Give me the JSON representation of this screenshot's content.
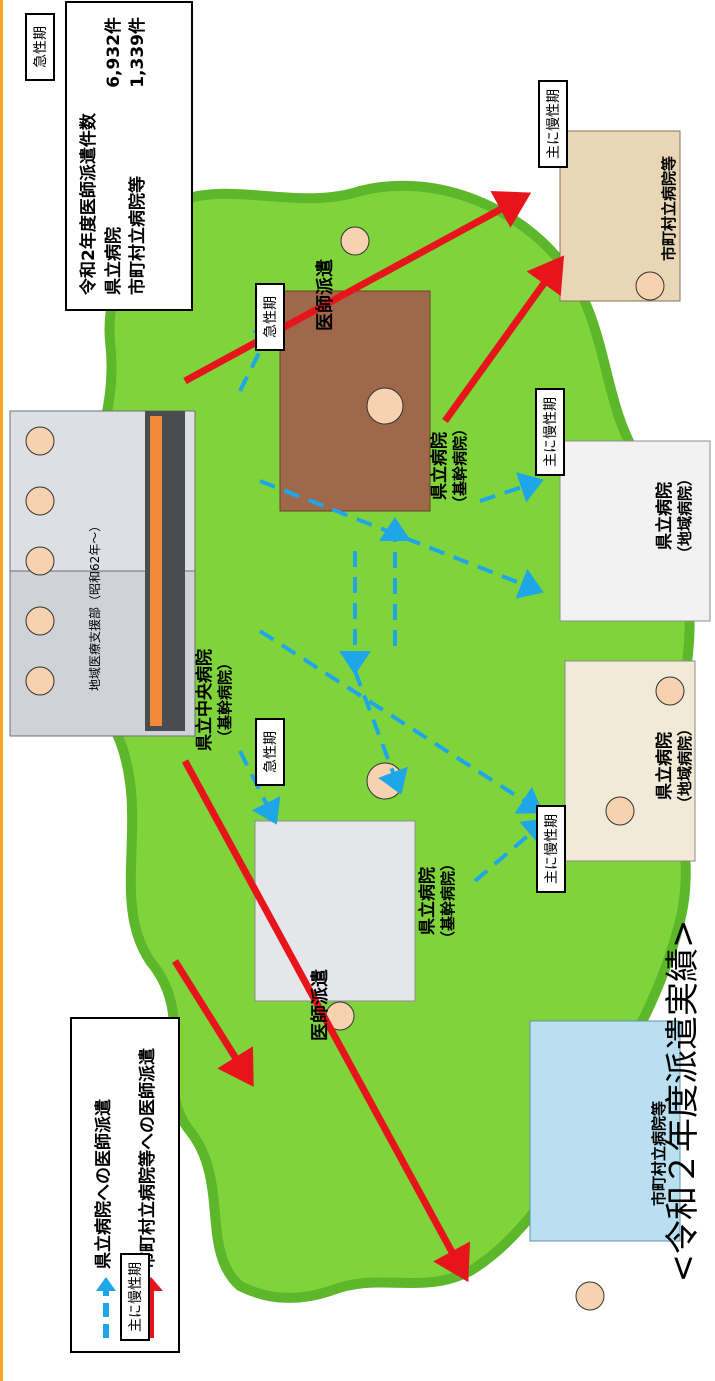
{
  "title": "<令和２年度派遣実績>",
  "legend": {
    "blue_label": "県立病院への医師派遣",
    "red_label": "市町村立病院等への医師派遣",
    "blue_color": "#1fa6e8",
    "red_color": "#e8141c"
  },
  "stats": {
    "title": "令和2年度医師派遣件数",
    "rows": [
      {
        "label": "県立病院",
        "value": "6,932件"
      },
      {
        "label": "市町村立病院等",
        "value": "1,339件"
      }
    ]
  },
  "central_hospital": {
    "name": "県立中央病院",
    "sub": "（基幹病院）"
  },
  "support_dept": "地域医療支援部（昭和62年～）",
  "hospitals": [
    {
      "name": "県立病院",
      "sub": "（基幹病院）"
    },
    {
      "name": "県立病院",
      "sub": "（基幹病院）"
    },
    {
      "name": "県立病院",
      "sub": "（地域病院）"
    },
    {
      "name": "県立病院",
      "sub": "（地域病院）"
    }
  ],
  "municipal": [
    "市町村立病院等",
    "市町村立病院等"
  ],
  "dispatch_labels": [
    "医師派遣",
    "医師派遣"
  ],
  "phase_acute": "急性期",
  "phase_chronic": "主に慢性期",
  "colors": {
    "land": "#7ed43a",
    "land_edge": "#5cb82a"
  }
}
